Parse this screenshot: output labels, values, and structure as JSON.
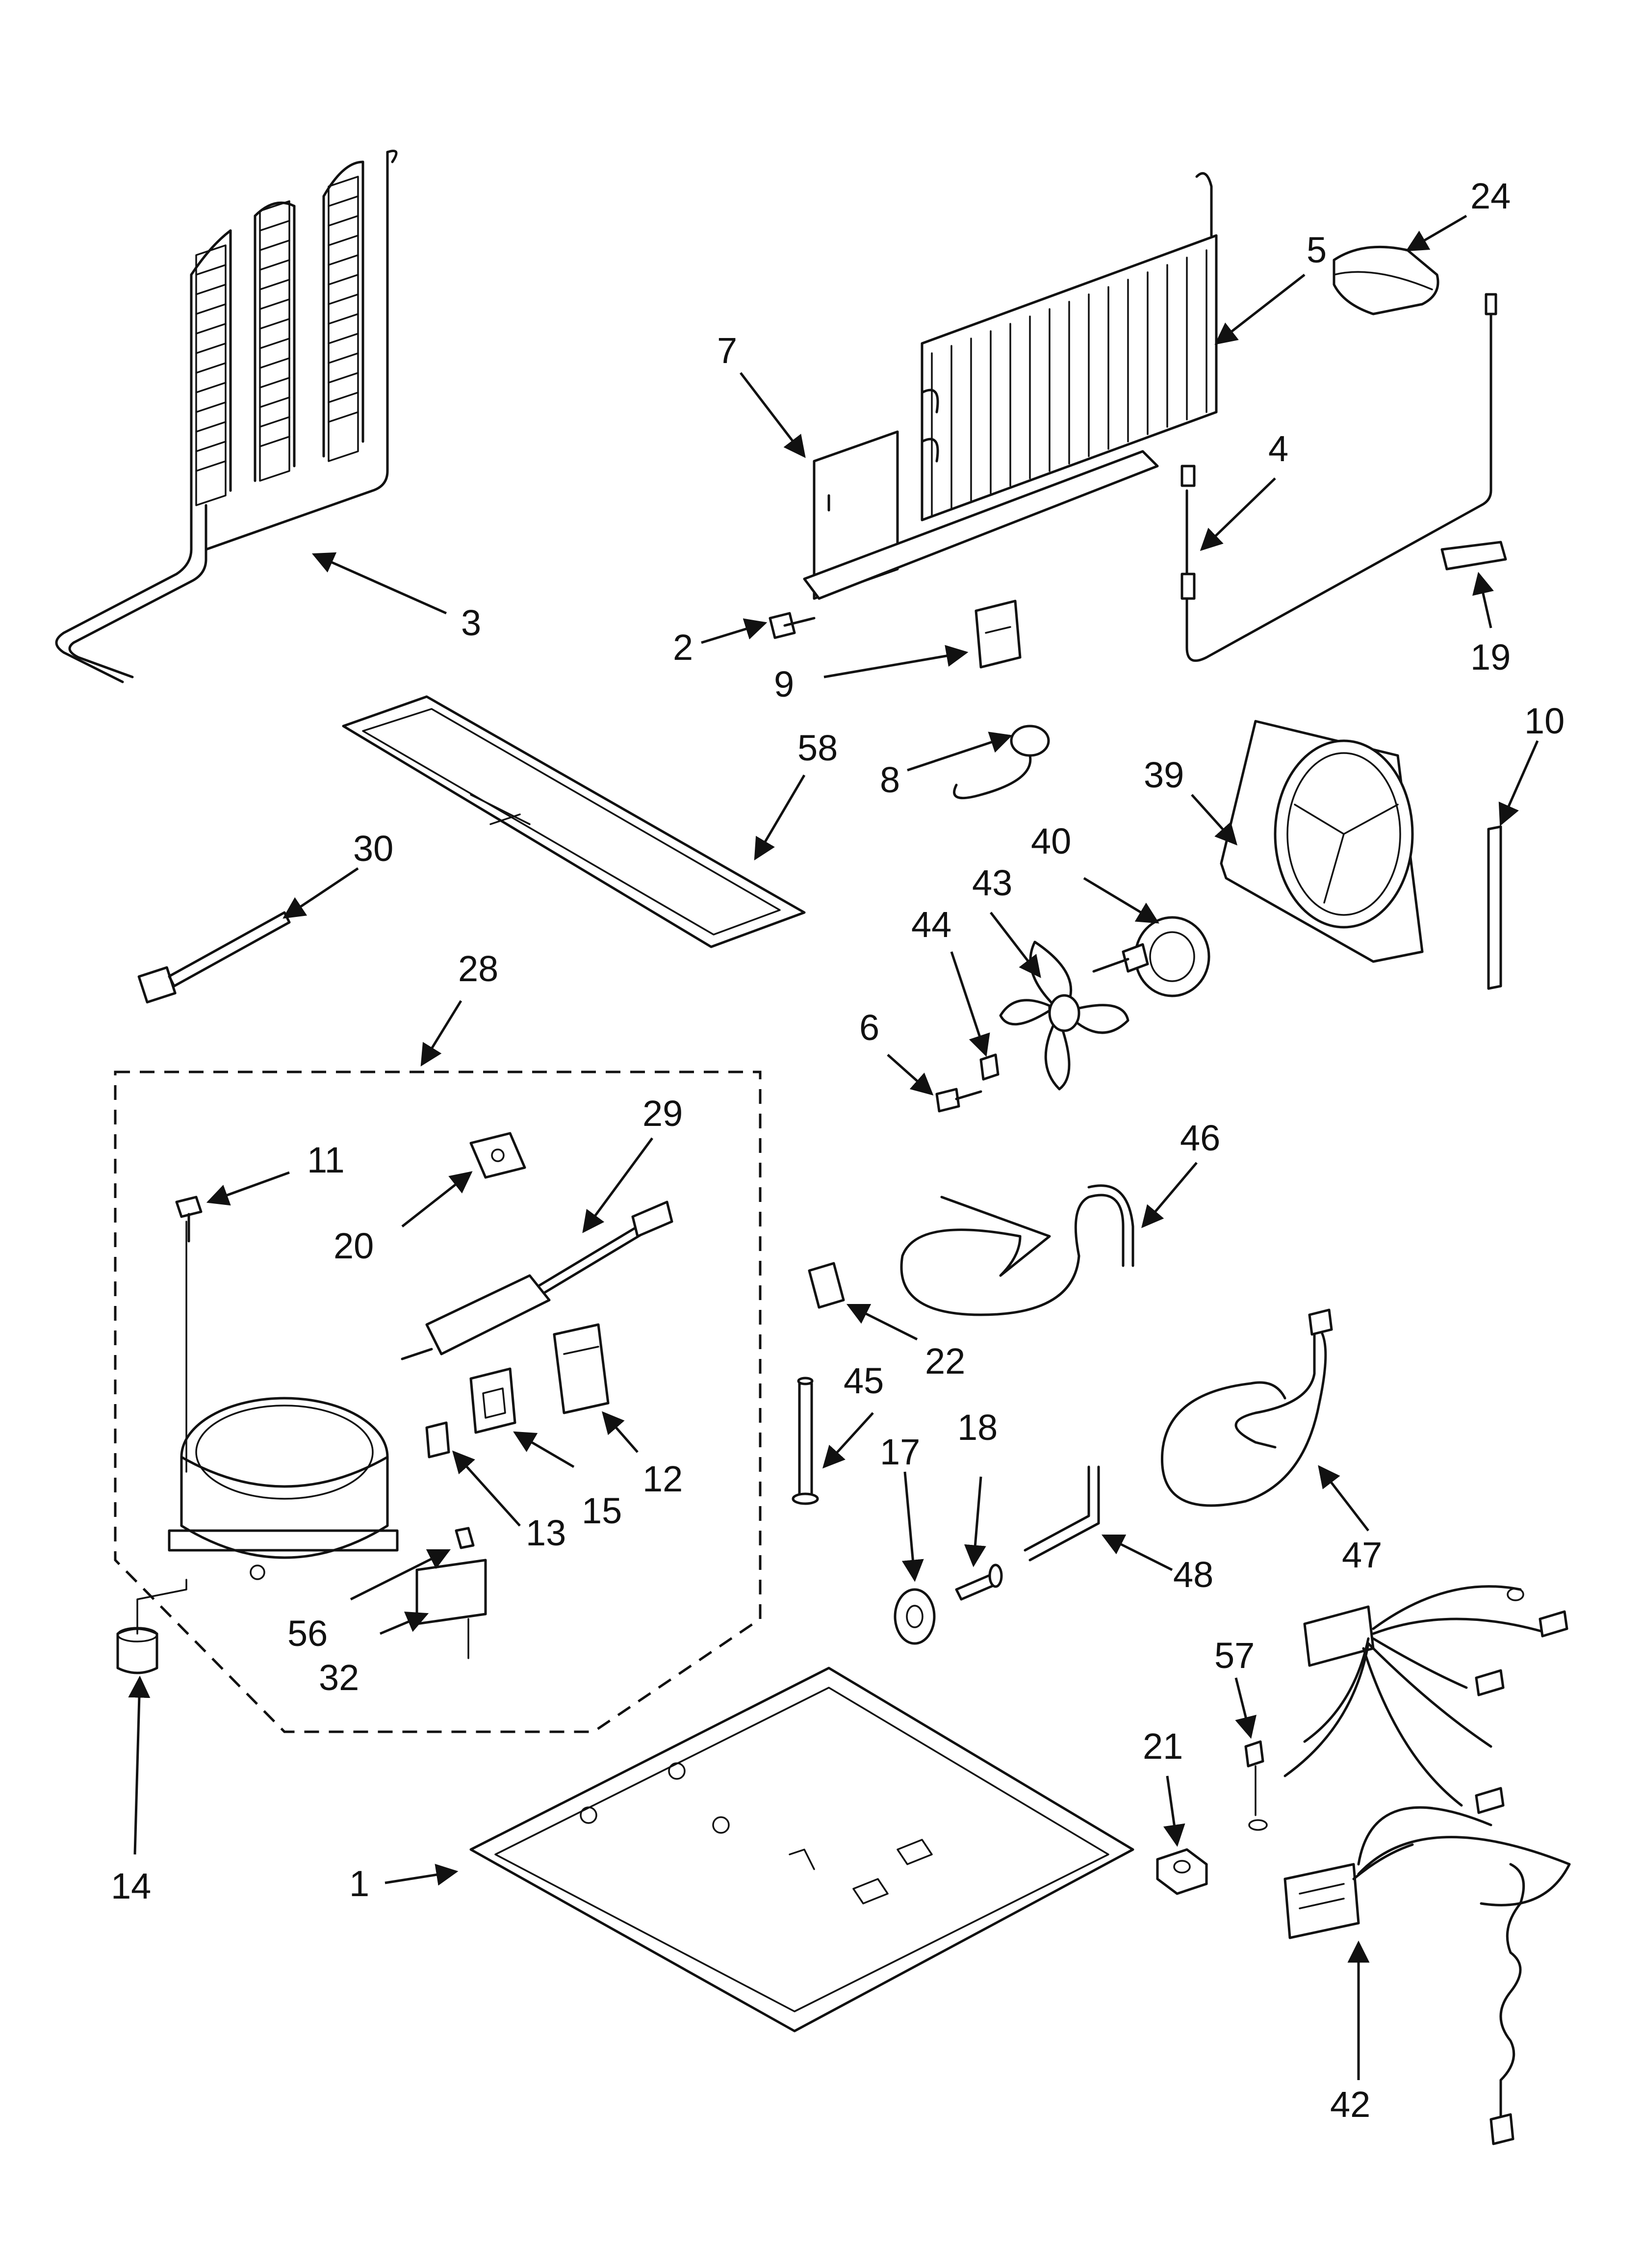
{
  "callouts": [
    {
      "id": "1",
      "text": "1"
    },
    {
      "id": "2",
      "text": "2"
    },
    {
      "id": "3",
      "text": "3"
    },
    {
      "id": "4",
      "text": "4"
    },
    {
      "id": "5",
      "text": "5"
    },
    {
      "id": "6",
      "text": "6"
    },
    {
      "id": "7",
      "text": "7"
    },
    {
      "id": "8",
      "text": "8"
    },
    {
      "id": "9",
      "text": "9"
    },
    {
      "id": "10",
      "text": "10"
    },
    {
      "id": "11",
      "text": "11"
    },
    {
      "id": "12",
      "text": "12"
    },
    {
      "id": "13",
      "text": "13"
    },
    {
      "id": "14",
      "text": "14"
    },
    {
      "id": "15",
      "text": "15"
    },
    {
      "id": "17",
      "text": "17"
    },
    {
      "id": "18",
      "text": "18"
    },
    {
      "id": "19",
      "text": "19"
    },
    {
      "id": "20",
      "text": "20"
    },
    {
      "id": "21",
      "text": "21"
    },
    {
      "id": "22",
      "text": "22"
    },
    {
      "id": "24",
      "text": "24"
    },
    {
      "id": "28",
      "text": "28"
    },
    {
      "id": "29",
      "text": "29"
    },
    {
      "id": "30",
      "text": "30"
    },
    {
      "id": "32",
      "text": "32"
    },
    {
      "id": "39",
      "text": "39"
    },
    {
      "id": "40",
      "text": "40"
    },
    {
      "id": "42",
      "text": "42"
    },
    {
      "id": "43",
      "text": "43"
    },
    {
      "id": "44",
      "text": "44"
    },
    {
      "id": "45",
      "text": "45"
    },
    {
      "id": "46",
      "text": "46"
    },
    {
      "id": "47",
      "text": "47"
    },
    {
      "id": "48",
      "text": "48"
    },
    {
      "id": "56",
      "text": "56"
    },
    {
      "id": "57",
      "text": "57"
    },
    {
      "id": "58",
      "text": "58"
    }
  ]
}
